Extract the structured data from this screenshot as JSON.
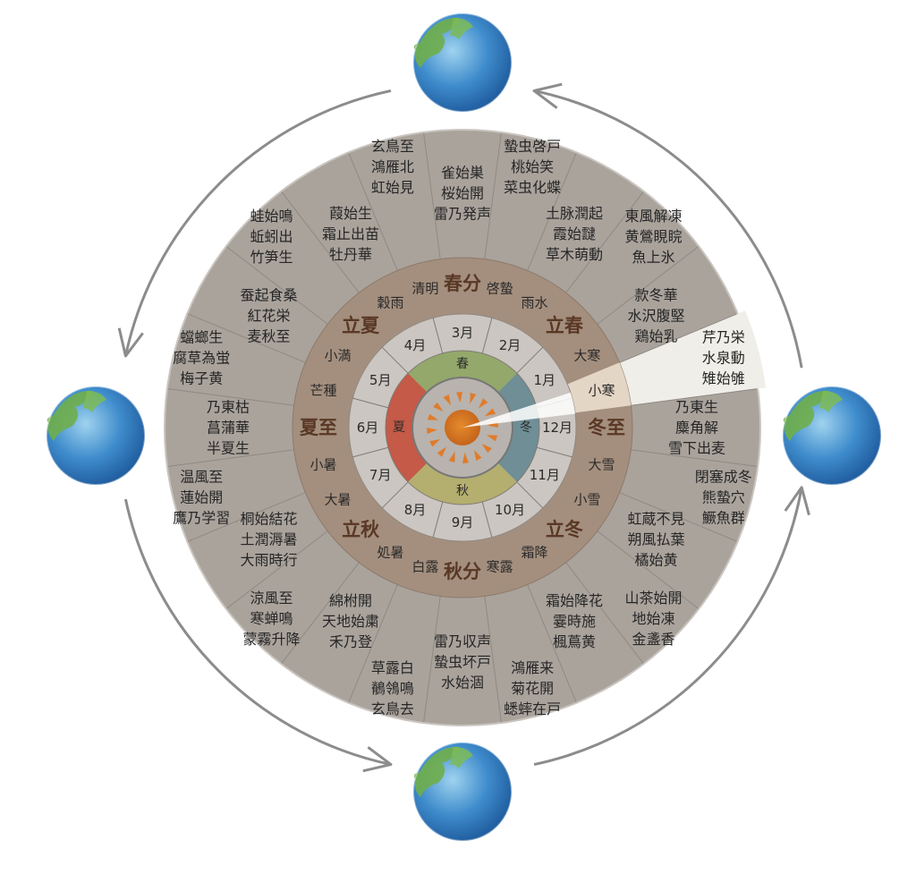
{
  "colors": {
    "outer_ring": "#aaa39c",
    "term_ring": "#a48f7e",
    "month_ring": "#cbc6c1",
    "inner_disc": "#b8b3ae",
    "highlight_outer": "#efeee8",
    "highlight_term": "#e4d6c4",
    "season_spring": "#93a86a",
    "season_summer": "#c45a47",
    "season_autumn": "#b4ae6f",
    "season_winter": "#6f8e95",
    "sun": "#d2701f",
    "arrow": "#8c8c8c"
  },
  "highlighted_term": "小寒",
  "seasons": [
    {
      "label": "冬",
      "color_key": "season_winter"
    },
    {
      "label": "春",
      "color_key": "season_spring"
    },
    {
      "label": "夏",
      "color_key": "season_summer"
    },
    {
      "label": "秋",
      "color_key": "season_autumn"
    }
  ],
  "months": [
    "12月",
    "1月",
    "2月",
    "3月",
    "4月",
    "5月",
    "6月",
    "7月",
    "8月",
    "9月",
    "10月",
    "11月"
  ],
  "terms": [
    "冬至",
    "小寒",
    "大寒",
    "立春",
    "雨水",
    "啓蟄",
    "春分",
    "清明",
    "穀雨",
    "立夏",
    "小満",
    "芒種",
    "夏至",
    "小暑",
    "大暑",
    "立秋",
    "処暑",
    "白露",
    "秋分",
    "寒露",
    "霜降",
    "立冬",
    "小雪",
    "大雪"
  ],
  "ko": [
    [
      "乃東生",
      "麋角解",
      "雪下出麦"
    ],
    [
      "芹乃栄",
      "水泉動",
      "雉始雊"
    ],
    [
      "款冬華",
      "水沢腹堅",
      "鶏始乳"
    ],
    [
      "東風解凍",
      "黄鶯睍睆",
      "魚上氷"
    ],
    [
      "土脉潤起",
      "霞始靆",
      "草木萌動"
    ],
    [
      "蟄虫啓戸",
      "桃始笑",
      "菜虫化蝶"
    ],
    [
      "雀始巣",
      "桜始開",
      "雷乃発声"
    ],
    [
      "玄鳥至",
      "鴻雁北",
      "虹始見"
    ],
    [
      "葭始生",
      "霜止出苗",
      "牡丹華"
    ],
    [
      "蛙始鳴",
      "蚯蚓出",
      "竹笋生"
    ],
    [
      "蚕起食桑",
      "紅花栄",
      "麦秋至"
    ],
    [
      "蟷螂生",
      "腐草為蛍",
      "梅子黄"
    ],
    [
      "乃東枯",
      "菖蒲華",
      "半夏生"
    ],
    [
      "温風至",
      "蓮始開",
      "鷹乃学習"
    ],
    [
      "桐始結花",
      "土潤溽暑",
      "大雨時行"
    ],
    [
      "涼風至",
      "寒蝉鳴",
      "蒙霧升降"
    ],
    [
      "綿柎開",
      "天地始粛",
      "禾乃登"
    ],
    [
      "草露白",
      "鶺鴒鳴",
      "玄鳥去"
    ],
    [
      "雷乃収声",
      "蟄虫坏戸",
      "水始涸"
    ],
    [
      "鴻雁来",
      "菊花開",
      "蟋蟀在戸"
    ],
    [
      "霜始降花",
      "霎時施",
      "楓蔦黄"
    ],
    [
      "山茶始開",
      "地始凍",
      "金盞香"
    ],
    [
      "虹蔵不見",
      "朔風払葉",
      "橘始黄"
    ],
    [
      "閉塞成冬",
      "熊蟄穴",
      "鱖魚群"
    ]
  ],
  "globes": [
    "earth-top",
    "earth-left",
    "earth-right",
    "earth-bottom"
  ]
}
